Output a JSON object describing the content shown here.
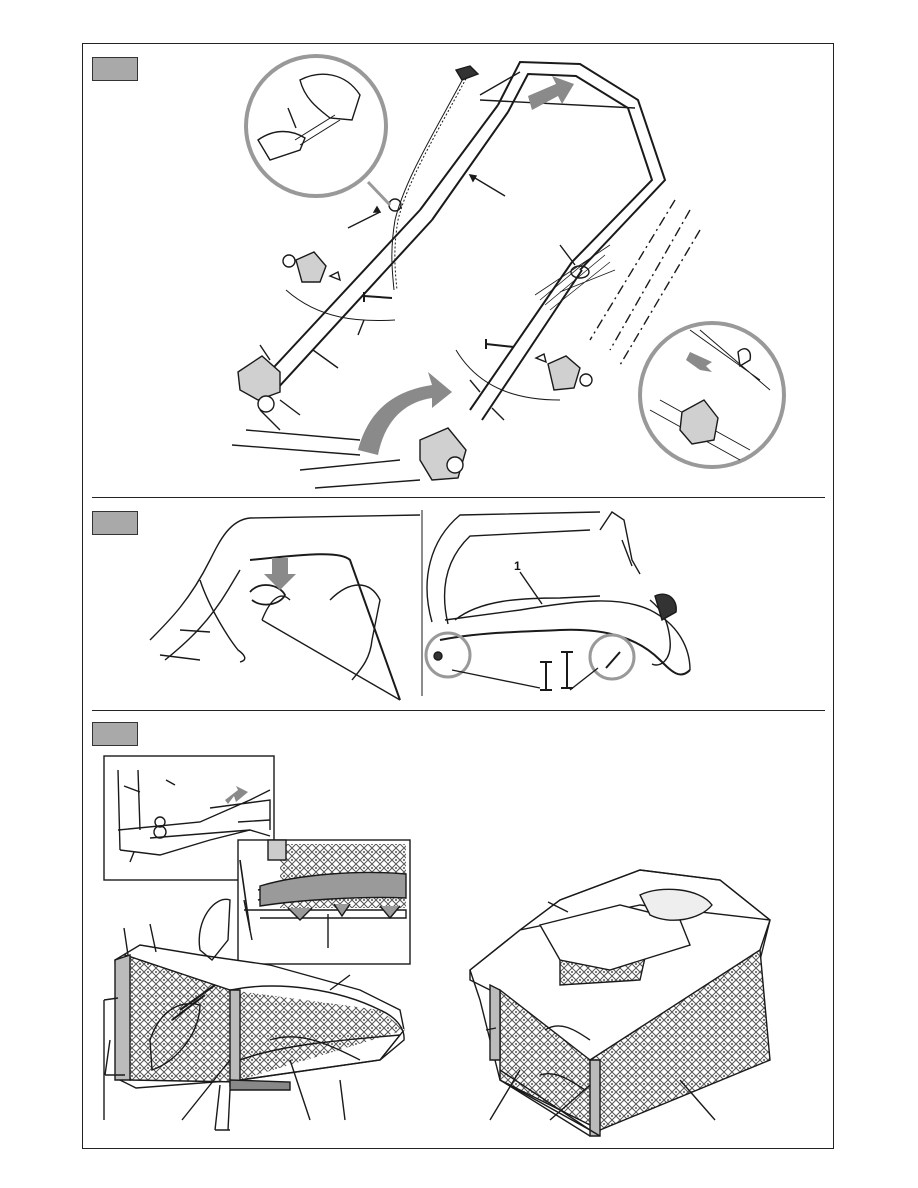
{
  "manual_page": {
    "figures": [
      {
        "id": "figure-1",
        "step_badge": ""
      },
      {
        "id": "figure-2",
        "step_badge": ""
      },
      {
        "id": "figure-3",
        "step_badge": ""
      }
    ],
    "figure2_callout": "1"
  },
  "colors": {
    "line": "#1a1a1a",
    "badge_fill": "#a9a9a9",
    "arrow_fill": "#8a8a8a",
    "mesh": "#777777"
  }
}
